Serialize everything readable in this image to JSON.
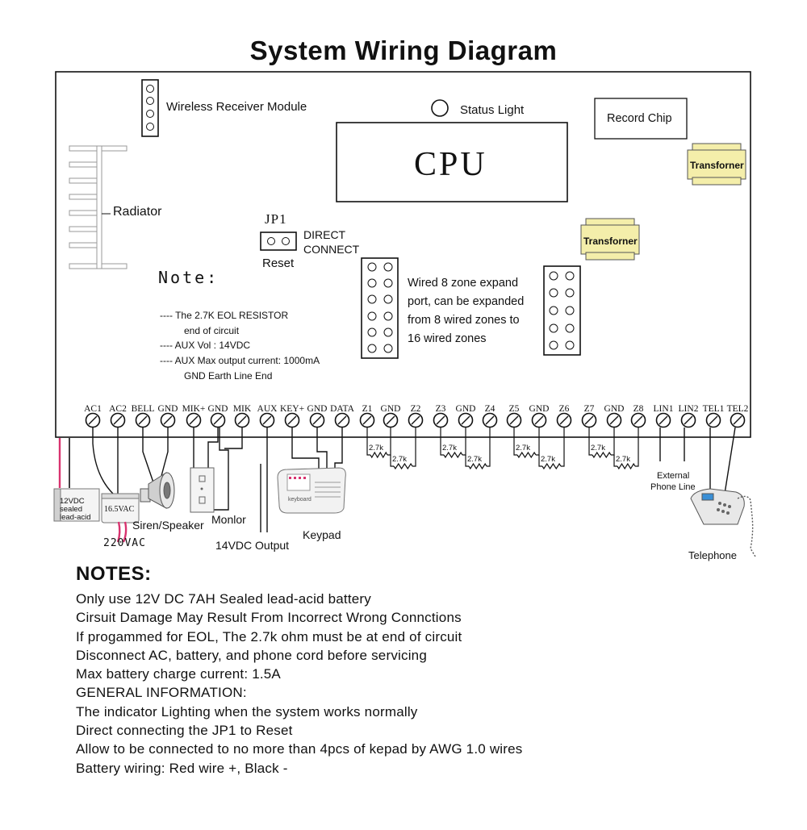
{
  "title": "System  Wiring Diagram",
  "board": {
    "wireless_receiver": "Wireless Receiver Module",
    "status_light": "Status Light",
    "record_chip": "Record Chip",
    "cpu": "CPU",
    "transformer_1": "Transforner",
    "transformer_2": "Transforner",
    "radiator": "Radiator",
    "jp1": "JP1",
    "direct_connect_1": "DIRECT",
    "direct_connect_2": "CONNECT",
    "reset": "Reset",
    "expand_text": [
      "Wired 8 zone expand",
      "port, can be expanded",
      "from 8 wired zones to",
      "16 wired zones"
    ]
  },
  "note": {
    "heading": "Note:",
    "lines": [
      "----   The 2.7K EOL RESISTOR",
      "end of circuit",
      "----   AUX Vol : 14VDC",
      "----   AUX Max output current: 1000mA",
      "GND Earth Line End"
    ]
  },
  "terminals": [
    "AC1",
    "AC2",
    "BELL",
    "GND",
    "MIK+",
    "GND",
    "MIK",
    "AUX",
    "KEY+",
    "GND",
    "DATA",
    "Z1",
    "GND",
    "Z2",
    "Z3",
    "GND",
    "Z4",
    "Z5",
    "GND",
    "Z6",
    "Z7",
    "GND",
    "Z8",
    "LIN1",
    "LIN2",
    "TEL1",
    "TEL2"
  ],
  "resistor_label": "2.7k",
  "devices": {
    "battery": [
      "12VDC",
      "sealed",
      "lead-acid"
    ],
    "ac_adapter": "16.5VAC",
    "mains": "220VAC",
    "siren": "Siren/Speaker",
    "monitor": "Monlor",
    "aux_output": "14VDC Output",
    "keypad": "Keypad",
    "keypad_brand": "keyboard",
    "external_line": [
      "External",
      "Phone Line"
    ],
    "telephone": "Telephone"
  },
  "notes": {
    "heading": "NOTES:",
    "items": [
      "Only use 12V DC 7AH Sealed lead-acid battery",
      "Cirsuit Damage May Result From Incorrect Wrong Connctions",
      "If progammed for EOL, The 2.7k ohm must be at end of circuit",
      "Disconnect AC, battery, and phone cord before servicing",
      "Max battery charge current: 1.5A",
      "GENERAL INFORMATION:",
      "The indicator Lighting when the system works normally",
      "Direct connecting the JP1 to Reset",
      "Allow to be connected to no more than 4pcs of kepad by AWG 1.0 wires",
      "Battery wiring: Red wire +, Black -"
    ]
  },
  "colors": {
    "transformer_fill": "#f4eeaa",
    "wire_red": "#d8336f",
    "line": "#111111"
  }
}
